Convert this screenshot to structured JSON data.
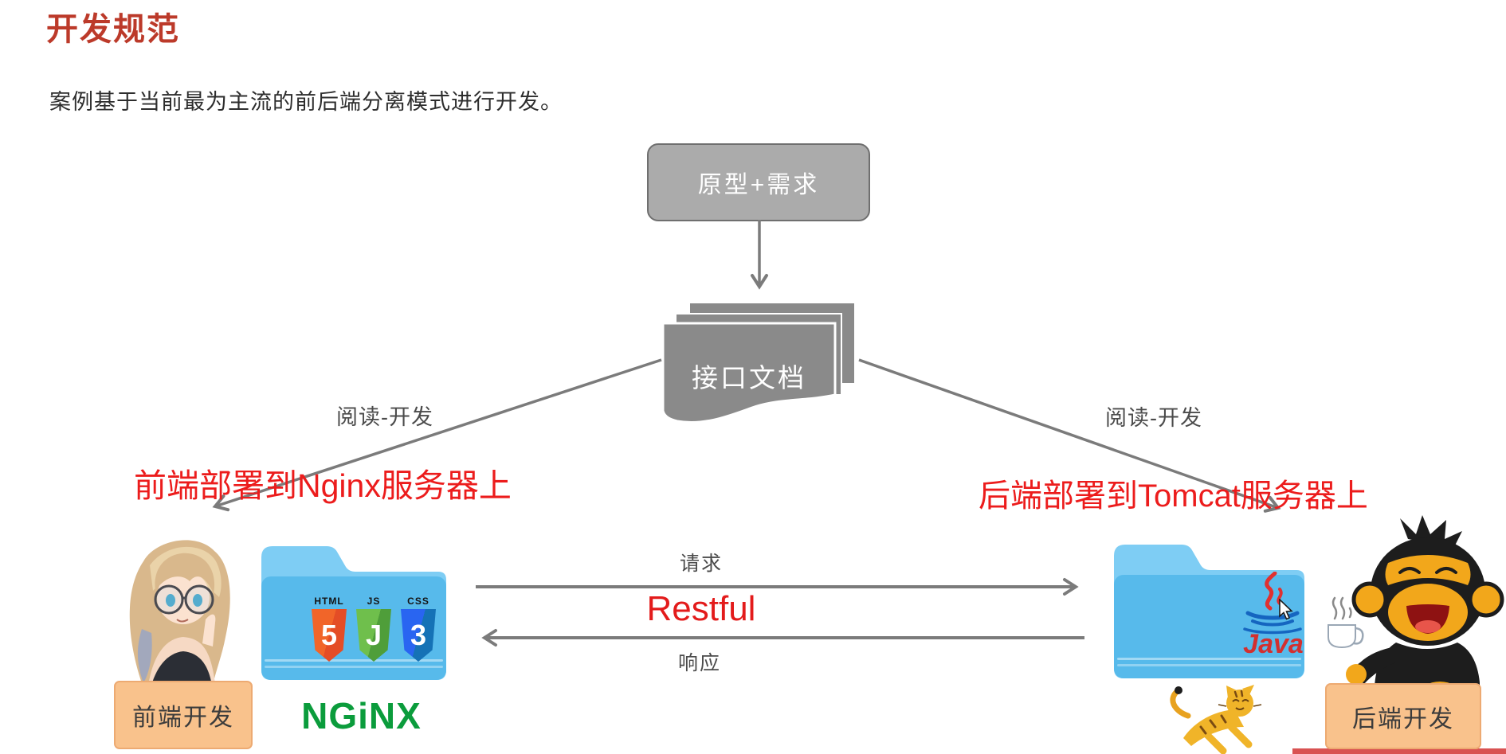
{
  "page": {
    "title": "开发规范",
    "subtitle": "案例基于当前最为主流的前后端分离模式进行开发。"
  },
  "flow": {
    "prototype_box_label": "原型+需求",
    "api_doc_label": "接口文档",
    "left_edge_label": "阅读-开发",
    "right_edge_label": "阅读-开发",
    "request_label": "请求",
    "protocol_label": "Restful",
    "response_label": "响应",
    "frontend_note": "前端部署到Nginx服务器上",
    "backend_note": "后端部署到Tomcat服务器上"
  },
  "frontend": {
    "role_label": "前端开发",
    "server_logo": "NGiNX",
    "tech_icons": [
      {
        "name": "html5-icon",
        "label": "HTML",
        "glyph": "5"
      },
      {
        "name": "js-icon",
        "label": "JS",
        "glyph": "J"
      },
      {
        "name": "css3-icon",
        "label": "CSS",
        "glyph": "3"
      }
    ]
  },
  "backend": {
    "role_label": "后端开发",
    "language_logo": "Java"
  },
  "colors": {
    "title_red": "#bc3a2a",
    "annotation_red": "#ec1c1c",
    "shape_gray": "#ababab",
    "doc_gray": "#8a8a8a",
    "arrow_gray": "#7b7b7b",
    "folder_blue": "#57baeb",
    "label_peach": "#f9c28c",
    "nginx_green": "#0b9c3c",
    "java_red": "#d32f2f"
  }
}
